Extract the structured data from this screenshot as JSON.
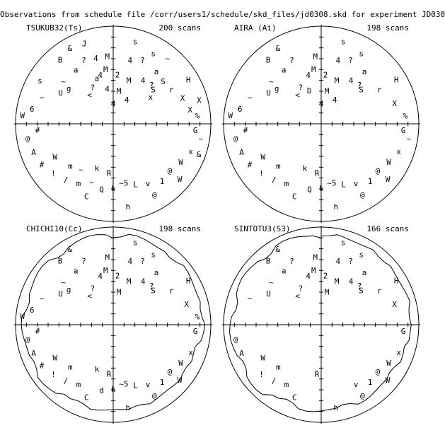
{
  "header": {
    "title": "Observations from schedule file /corr/users1/schedule/skd_files/jd0308.skd for experiment JD030"
  },
  "chart_data": [
    {
      "type": "scatter",
      "station": "TSUKUB32(Ts)",
      "scans": "200 scans",
      "horizon_mask": false,
      "points": [
        {
          "az": 0,
          "el": 72,
          "s": "4"
        },
        {
          "az": 350,
          "el": 58,
          "s": "4"
        },
        {
          "az": 10,
          "el": 60,
          "s": "M"
        },
        {
          "az": 30,
          "el": 65,
          "s": "4"
        },
        {
          "az": 5,
          "el": 45,
          "s": "2"
        },
        {
          "az": 20,
          "el": 48,
          "s": "M"
        },
        {
          "az": 35,
          "el": 42,
          "s": "4"
        },
        {
          "az": 45,
          "el": 40,
          "s": "?"
        },
        {
          "az": 50,
          "el": 42,
          "s": "S"
        },
        {
          "az": 55,
          "el": 48,
          "s": "x"
        },
        {
          "az": 330,
          "el": 52,
          "s": "?"
        },
        {
          "az": 320,
          "el": 56,
          "s": "<"
        },
        {
          "az": 340,
          "el": 46,
          "s": "a"
        },
        {
          "az": 345,
          "el": 44,
          "s": "4"
        },
        {
          "az": 352,
          "el": 40,
          "s": "M"
        },
        {
          "az": 308,
          "el": 38,
          "s": "g"
        },
        {
          "az": 300,
          "el": 34,
          "s": "U"
        },
        {
          "az": 310,
          "el": 30,
          "s": "~"
        },
        {
          "az": 325,
          "el": 30,
          "s": "a"
        },
        {
          "az": 335,
          "el": 26,
          "s": "?"
        },
        {
          "az": 345,
          "el": 28,
          "s": "4"
        },
        {
          "az": 355,
          "el": 28,
          "s": "M"
        },
        {
          "az": 15,
          "el": 30,
          "s": "4"
        },
        {
          "az": 25,
          "el": 26,
          "s": "?"
        },
        {
          "az": 40,
          "el": 28,
          "s": "a"
        },
        {
          "az": 50,
          "el": 30,
          "s": "S"
        },
        {
          "az": 60,
          "el": 28,
          "s": "r"
        },
        {
          "az": 70,
          "el": 22,
          "s": "X"
        },
        {
          "az": 80,
          "el": 18,
          "s": "X"
        },
        {
          "az": 290,
          "el": 20,
          "s": "~"
        },
        {
          "az": 280,
          "el": 14,
          "s": "6"
        },
        {
          "az": 275,
          "el": 6,
          "s": "W"
        },
        {
          "az": 300,
          "el": 12,
          "s": "s"
        },
        {
          "az": 320,
          "el": 14,
          "s": "B"
        },
        {
          "az": 330,
          "el": 10,
          "s": "&"
        },
        {
          "az": 340,
          "el": 12,
          "s": "J"
        },
        {
          "az": 15,
          "el": 12,
          "s": "s"
        },
        {
          "az": 30,
          "el": 16,
          "s": "s"
        },
        {
          "az": 40,
          "el": 12,
          "s": "~"
        },
        {
          "az": 60,
          "el": 10,
          "s": "H"
        },
        {
          "az": 75,
          "el": 8,
          "s": "X"
        },
        {
          "az": 85,
          "el": 12,
          "s": "%"
        },
        {
          "az": 100,
          "el": 8,
          "s": "~"
        },
        {
          "az": 110,
          "el": 14,
          "s": "x"
        },
        {
          "az": 120,
          "el": 18,
          "s": "W"
        },
        {
          "az": 130,
          "el": 22,
          "s": "@"
        },
        {
          "az": 140,
          "el": 20,
          "s": "1"
        },
        {
          "az": 150,
          "el": 26,
          "s": "v"
        },
        {
          "az": 160,
          "el": 30,
          "s": "L"
        },
        {
          "az": 170,
          "el": 34,
          "s": "~5"
        },
        {
          "az": 180,
          "el": 30,
          "s": "k"
        },
        {
          "az": 190,
          "el": 28,
          "s": "Q"
        },
        {
          "az": 200,
          "el": 32,
          "s": "~"
        },
        {
          "az": 210,
          "el": 26,
          "s": "m"
        },
        {
          "az": 220,
          "el": 22,
          "s": "/"
        },
        {
          "az": 230,
          "el": 18,
          "s": "!"
        },
        {
          "az": 240,
          "el": 14,
          "s": "#"
        },
        {
          "az": 250,
          "el": 12,
          "s": "A"
        },
        {
          "az": 260,
          "el": 10,
          "s": "@"
        },
        {
          "az": 200,
          "el": 18,
          "s": "C"
        },
        {
          "az": 170,
          "el": 12,
          "s": "h"
        },
        {
          "az": 150,
          "el": 14,
          "s": "@"
        },
        {
          "az": 130,
          "el": 10,
          "s": "W"
        },
        {
          "az": 110,
          "el": 6,
          "s": "&"
        },
        {
          "az": 95,
          "el": 14,
          "s": "G"
        },
        {
          "az": 185,
          "el": 44,
          "s": "R"
        },
        {
          "az": 200,
          "el": 46,
          "s": "k"
        },
        {
          "az": 215,
          "el": 38,
          "s": "~"
        },
        {
          "az": 225,
          "el": 34,
          "s": "m"
        },
        {
          "az": 240,
          "el": 28,
          "s": "W"
        },
        {
          "az": 265,
          "el": 20,
          "s": "#"
        }
      ]
    },
    {
      "type": "scatter",
      "station": "AIRA (Ai)",
      "scans": "198 scans",
      "horizon_mask": false,
      "points": [
        {
          "az": 0,
          "el": 72,
          "s": "4"
        },
        {
          "az": 340,
          "el": 58,
          "s": "D"
        },
        {
          "az": 10,
          "el": 60,
          "s": "M"
        },
        {
          "az": 30,
          "el": 65,
          "s": "4"
        },
        {
          "az": 5,
          "el": 45,
          "s": "2"
        },
        {
          "az": 20,
          "el": 48,
          "s": "M"
        },
        {
          "az": 35,
          "el": 42,
          "s": "4"
        },
        {
          "az": 45,
          "el": 40,
          "s": "?"
        },
        {
          "az": 50,
          "el": 42,
          "s": "S"
        },
        {
          "az": 330,
          "el": 52,
          "s": "?"
        },
        {
          "az": 320,
          "el": 56,
          "s": "<"
        },
        {
          "az": 345,
          "el": 44,
          "s": "4"
        },
        {
          "az": 352,
          "el": 40,
          "s": "M"
        },
        {
          "az": 308,
          "el": 38,
          "s": "g"
        },
        {
          "az": 300,
          "el": 34,
          "s": "U"
        },
        {
          "az": 310,
          "el": 30,
          "s": "~"
        },
        {
          "az": 325,
          "el": 30,
          "s": "a"
        },
        {
          "az": 335,
          "el": 26,
          "s": "?"
        },
        {
          "az": 355,
          "el": 28,
          "s": "M"
        },
        {
          "az": 15,
          "el": 30,
          "s": "4"
        },
        {
          "az": 25,
          "el": 26,
          "s": "?"
        },
        {
          "az": 40,
          "el": 28,
          "s": "a"
        },
        {
          "az": 60,
          "el": 28,
          "s": "r"
        },
        {
          "az": 75,
          "el": 20,
          "s": "X"
        },
        {
          "az": 290,
          "el": 20,
          "s": "~"
        },
        {
          "az": 280,
          "el": 14,
          "s": "6"
        },
        {
          "az": 275,
          "el": 6,
          "s": "W"
        },
        {
          "az": 320,
          "el": 14,
          "s": "B"
        },
        {
          "az": 330,
          "el": 10,
          "s": "&"
        },
        {
          "az": 15,
          "el": 12,
          "s": "s"
        },
        {
          "az": 30,
          "el": 16,
          "s": "s"
        },
        {
          "az": 60,
          "el": 10,
          "s": "H"
        },
        {
          "az": 85,
          "el": 12,
          "s": "%"
        },
        {
          "az": 110,
          "el": 14,
          "s": "x"
        },
        {
          "az": 120,
          "el": 18,
          "s": "W"
        },
        {
          "az": 130,
          "el": 22,
          "s": "@"
        },
        {
          "az": 140,
          "el": 20,
          "s": "1"
        },
        {
          "az": 150,
          "el": 26,
          "s": "v"
        },
        {
          "az": 160,
          "el": 30,
          "s": "L"
        },
        {
          "az": 170,
          "el": 34,
          "s": "~5"
        },
        {
          "az": 180,
          "el": 30,
          "s": "k"
        },
        {
          "az": 190,
          "el": 28,
          "s": "Q"
        },
        {
          "az": 210,
          "el": 26,
          "s": "m"
        },
        {
          "az": 220,
          "el": 22,
          "s": "/"
        },
        {
          "az": 230,
          "el": 18,
          "s": "!"
        },
        {
          "az": 240,
          "el": 14,
          "s": "#"
        },
        {
          "az": 250,
          "el": 12,
          "s": "A"
        },
        {
          "az": 260,
          "el": 10,
          "s": "@"
        },
        {
          "az": 200,
          "el": 18,
          "s": "C"
        },
        {
          "az": 170,
          "el": 12,
          "s": "h"
        },
        {
          "az": 150,
          "el": 14,
          "s": "@"
        },
        {
          "az": 130,
          "el": 10,
          "s": "W"
        },
        {
          "az": 185,
          "el": 44,
          "s": "R"
        },
        {
          "az": 200,
          "el": 46,
          "s": "k"
        },
        {
          "az": 225,
          "el": 34,
          "s": "m"
        },
        {
          "az": 240,
          "el": 28,
          "s": "W"
        },
        {
          "az": 265,
          "el": 20,
          "s": "#"
        },
        {
          "az": 95,
          "el": 14,
          "s": "G"
        },
        {
          "az": 100,
          "el": 8,
          "s": "~"
        }
      ]
    },
    {
      "type": "scatter",
      "station": "CHICHI10(Cc)",
      "scans": "198 scans",
      "horizon_mask": true,
      "points": [
        {
          "az": 10,
          "el": 60,
          "s": "M"
        },
        {
          "az": 5,
          "el": 45,
          "s": "2"
        },
        {
          "az": 20,
          "el": 48,
          "s": "M"
        },
        {
          "az": 35,
          "el": 42,
          "s": "4"
        },
        {
          "az": 45,
          "el": 40,
          "s": "?"
        },
        {
          "az": 50,
          "el": 42,
          "s": "S"
        },
        {
          "az": 330,
          "el": 52,
          "s": "?"
        },
        {
          "az": 320,
          "el": 56,
          "s": "<"
        },
        {
          "az": 345,
          "el": 44,
          "s": "4"
        },
        {
          "az": 352,
          "el": 40,
          "s": "M"
        },
        {
          "az": 308,
          "el": 38,
          "s": "g"
        },
        {
          "az": 300,
          "el": 34,
          "s": "U"
        },
        {
          "az": 310,
          "el": 30,
          "s": "~"
        },
        {
          "az": 325,
          "el": 30,
          "s": "a"
        },
        {
          "az": 335,
          "el": 26,
          "s": "?"
        },
        {
          "az": 355,
          "el": 28,
          "s": "M"
        },
        {
          "az": 15,
          "el": 30,
          "s": "4"
        },
        {
          "az": 25,
          "el": 26,
          "s": "?"
        },
        {
          "az": 40,
          "el": 28,
          "s": "a"
        },
        {
          "az": 60,
          "el": 28,
          "s": "r"
        },
        {
          "az": 75,
          "el": 20,
          "s": "X"
        },
        {
          "az": 290,
          "el": 20,
          "s": "~"
        },
        {
          "az": 280,
          "el": 14,
          "s": "6"
        },
        {
          "az": 275,
          "el": 6,
          "s": "W"
        },
        {
          "az": 320,
          "el": 14,
          "s": "B"
        },
        {
          "az": 330,
          "el": 10,
          "s": "&"
        },
        {
          "az": 15,
          "el": 12,
          "s": "s"
        },
        {
          "az": 30,
          "el": 16,
          "s": "s"
        },
        {
          "az": 60,
          "el": 10,
          "s": "H"
        },
        {
          "az": 85,
          "el": 12,
          "s": "%"
        },
        {
          "az": 110,
          "el": 14,
          "s": "x"
        },
        {
          "az": 120,
          "el": 18,
          "s": "W"
        },
        {
          "az": 130,
          "el": 22,
          "s": "@"
        },
        {
          "az": 140,
          "el": 20,
          "s": "1"
        },
        {
          "az": 150,
          "el": 26,
          "s": "v"
        },
        {
          "az": 160,
          "el": 30,
          "s": "L"
        },
        {
          "az": 170,
          "el": 34,
          "s": "~5"
        },
        {
          "az": 180,
          "el": 30,
          "s": "k"
        },
        {
          "az": 190,
          "el": 28,
          "s": "d"
        },
        {
          "az": 210,
          "el": 26,
          "s": "m"
        },
        {
          "az": 220,
          "el": 22,
          "s": "/"
        },
        {
          "az": 230,
          "el": 18,
          "s": "!"
        },
        {
          "az": 240,
          "el": 14,
          "s": "#"
        },
        {
          "az": 250,
          "el": 12,
          "s": "A"
        },
        {
          "az": 260,
          "el": 10,
          "s": "@"
        },
        {
          "az": 200,
          "el": 18,
          "s": "C"
        },
        {
          "az": 170,
          "el": 12,
          "s": "h"
        },
        {
          "az": 150,
          "el": 14,
          "s": "@"
        },
        {
          "az": 130,
          "el": 10,
          "s": "W"
        },
        {
          "az": 185,
          "el": 44,
          "s": "R"
        },
        {
          "az": 200,
          "el": 46,
          "s": "k"
        },
        {
          "az": 225,
          "el": 34,
          "s": "m"
        },
        {
          "az": 240,
          "el": 28,
          "s": "W"
        },
        {
          "az": 265,
          "el": 20,
          "s": "#"
        },
        {
          "az": 95,
          "el": 14,
          "s": "G"
        }
      ]
    },
    {
      "type": "scatter",
      "station": "SINTOTU3(S3)",
      "scans": "166 scans",
      "horizon_mask": true,
      "points": [
        {
          "az": 10,
          "el": 60,
          "s": "M"
        },
        {
          "az": 5,
          "el": 45,
          "s": "2"
        },
        {
          "az": 20,
          "el": 48,
          "s": "M"
        },
        {
          "az": 35,
          "el": 42,
          "s": "4"
        },
        {
          "az": 45,
          "el": 40,
          "s": "?"
        },
        {
          "az": 50,
          "el": 42,
          "s": "S"
        },
        {
          "az": 330,
          "el": 52,
          "s": "?"
        },
        {
          "az": 320,
          "el": 56,
          "s": "<"
        },
        {
          "az": 345,
          "el": 44,
          "s": "4"
        },
        {
          "az": 352,
          "el": 40,
          "s": "M"
        },
        {
          "az": 300,
          "el": 34,
          "s": "U"
        },
        {
          "az": 310,
          "el": 30,
          "s": "~"
        },
        {
          "az": 325,
          "el": 30,
          "s": "a"
        },
        {
          "az": 335,
          "el": 26,
          "s": "?"
        },
        {
          "az": 355,
          "el": 28,
          "s": "M"
        },
        {
          "az": 15,
          "el": 30,
          "s": "4"
        },
        {
          "az": 25,
          "el": 26,
          "s": "?"
        },
        {
          "az": 40,
          "el": 28,
          "s": "a"
        },
        {
          "az": 60,
          "el": 28,
          "s": "r"
        },
        {
          "az": 75,
          "el": 20,
          "s": "X"
        },
        {
          "az": 290,
          "el": 20,
          "s": "~"
        },
        {
          "az": 320,
          "el": 14,
          "s": "B"
        },
        {
          "az": 330,
          "el": 10,
          "s": "&"
        },
        {
          "az": 15,
          "el": 12,
          "s": "s"
        },
        {
          "az": 30,
          "el": 16,
          "s": "s"
        },
        {
          "az": 60,
          "el": 10,
          "s": "H"
        },
        {
          "az": 110,
          "el": 14,
          "s": "x"
        },
        {
          "az": 120,
          "el": 18,
          "s": "W"
        },
        {
          "az": 130,
          "el": 22,
          "s": "@"
        },
        {
          "az": 140,
          "el": 20,
          "s": "1"
        },
        {
          "az": 150,
          "el": 26,
          "s": "v"
        },
        {
          "az": 210,
          "el": 26,
          "s": "m"
        },
        {
          "az": 220,
          "el": 22,
          "s": "/"
        },
        {
          "az": 230,
          "el": 18,
          "s": "!"
        },
        {
          "az": 250,
          "el": 12,
          "s": "A"
        },
        {
          "az": 260,
          "el": 10,
          "s": "@"
        },
        {
          "az": 200,
          "el": 18,
          "s": "C"
        },
        {
          "az": 170,
          "el": 12,
          "s": "h"
        },
        {
          "az": 150,
          "el": 14,
          "s": "@"
        },
        {
          "az": 130,
          "el": 10,
          "s": "W"
        },
        {
          "az": 185,
          "el": 44,
          "s": "R"
        },
        {
          "az": 225,
          "el": 34,
          "s": "m"
        },
        {
          "az": 240,
          "el": 28,
          "s": "W"
        },
        {
          "az": 95,
          "el": 14,
          "s": "G"
        }
      ]
    }
  ]
}
